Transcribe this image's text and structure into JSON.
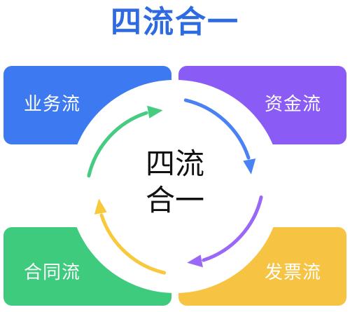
{
  "title": "四流合一",
  "center": {
    "line1": "四流",
    "line2": "合一"
  },
  "quadrants": {
    "top_left": {
      "label": "业务流",
      "color": "#3d79f0"
    },
    "top_right": {
      "label": "资金流",
      "color": "#8a5cf5"
    },
    "bottom_left": {
      "label": "合同流",
      "color": "#3ecb7e"
    },
    "bottom_right": {
      "label": "发票流",
      "color": "#f6c342"
    }
  },
  "colors": {
    "title": "#2f6be0",
    "arrow_top_right": "#4a82f5",
    "arrow_bottom_right": "#9a68f6",
    "arrow_bottom_left": "#f8c93c",
    "arrow_top_left": "#45cc80"
  }
}
